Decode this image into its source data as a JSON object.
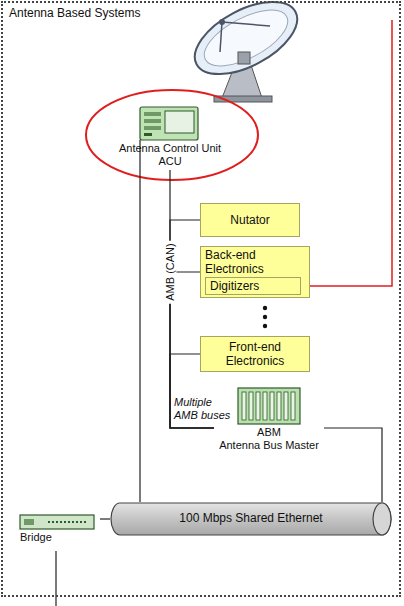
{
  "diagram": {
    "nodes": [
      {
        "text": [
          "Antenna Based Systems"
        ]
      },
      {
        "text": [
          "Antenna Control Unit",
          "ACU"
        ],
        "in": 0
      },
      {
        "text": [
          "Nutator"
        ],
        "in": 0
      },
      {
        "text": [
          "Back-end Electronics"
        ],
        "in": 0
      },
      {
        "text": [
          "Digitizers"
        ],
        "in": 3
      },
      {
        "text": [
          "Front-end Electronics"
        ],
        "in": 0
      },
      {
        "text": [
          "ABM",
          "Antenna Bus Master"
        ],
        "in": 0
      },
      {
        "text": [
          "100 Mbps Shared Ethernet"
        ],
        "in": 0
      },
      {
        "text": [
          "Bridge"
        ],
        "in": 0
      }
    ],
    "edges": [
      {
        "from": 6,
        "to": 1,
        "arrow": "none"
      },
      {
        "from": 6,
        "to": 2,
        "arrow": "none"
      },
      {
        "from": 6,
        "to": 3,
        "arrow": "none"
      },
      {
        "from": 6,
        "to": 5,
        "arrow": "none"
      },
      {
        "from": 1,
        "to": 7,
        "arrow": "none"
      },
      {
        "from": 6,
        "to": 7,
        "arrow": "none"
      },
      {
        "from": 8,
        "to": 7,
        "arrow": "none"
      }
    ],
    "labels": [
      "AMB (CAN)",
      "Multiple AMB buses"
    ]
  }
}
